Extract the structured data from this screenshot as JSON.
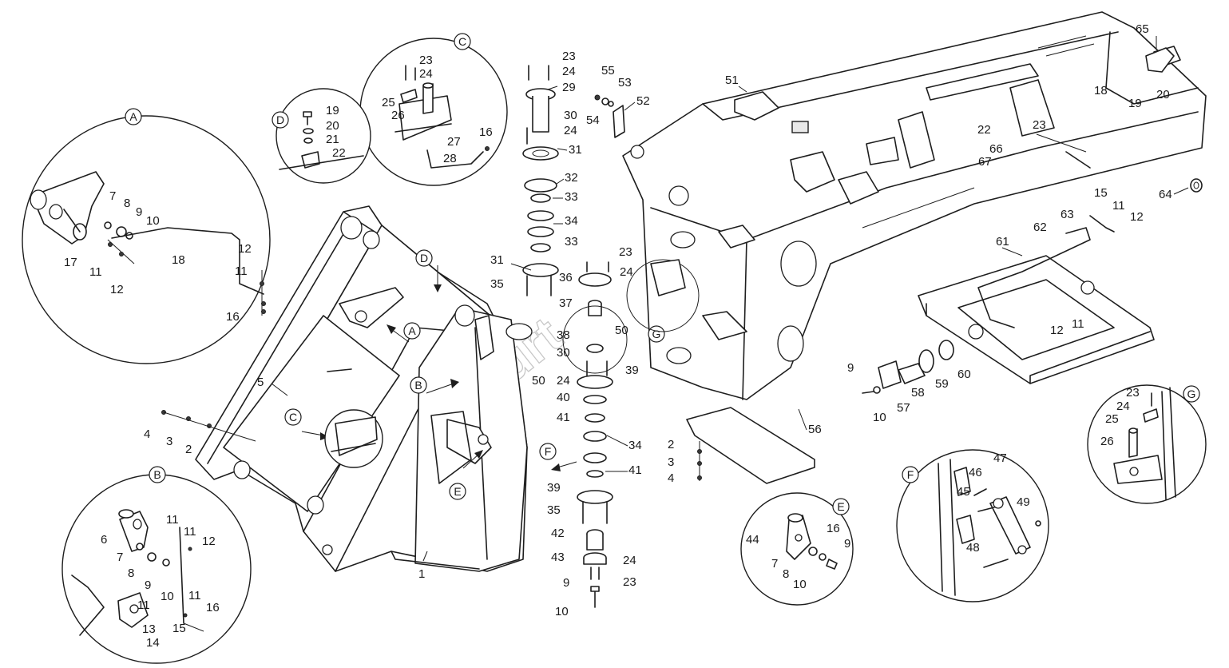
{
  "watermark": "SoCurt",
  "detail_tags": {
    "A": "A",
    "B": "B",
    "C": "C",
    "D": "D",
    "E": "E",
    "F": "F",
    "G": "G"
  },
  "callouts": {
    "c_1": "1",
    "c_2a": "2",
    "c_2b": "2",
    "c_3a": "3",
    "c_3b": "3",
    "c_4a": "4",
    "c_4b": "4",
    "c_5": "5",
    "c_6": "6",
    "c_7a": "7",
    "c_7b": "7",
    "c_7c": "7",
    "c_8a": "8",
    "c_8b": "8",
    "c_8c": "8",
    "c_9a": "9",
    "c_9b": "9",
    "c_9c": "9",
    "c_9d": "9",
    "c_9e": "9",
    "c_10a": "10",
    "c_10b": "10",
    "c_10c": "10",
    "c_10d": "10",
    "c_10e": "10",
    "c_11a": "11",
    "c_11b": "11",
    "c_11c": "11",
    "c_11d": "11",
    "c_11e": "11",
    "c_11f": "11",
    "c_11g": "11",
    "c_11h": "11",
    "c_12a": "12",
    "c_12b": "12",
    "c_12c": "12",
    "c_12d": "12",
    "c_12e": "12",
    "c_13": "13",
    "c_14": "14",
    "c_15a": "15",
    "c_15b": "15",
    "c_16a": "16",
    "c_16b": "16",
    "c_16c": "16",
    "c_16d": "16",
    "c_17": "17",
    "c_18a": "18",
    "c_18b": "18",
    "c_19a": "19",
    "c_19b": "19",
    "c_20a": "20",
    "c_20b": "20",
    "c_21": "21",
    "c_22a": "22",
    "c_22b": "22",
    "c_23a": "23",
    "c_23b": "23",
    "c_23c": "23",
    "c_23d": "23",
    "c_23e": "23",
    "c_23f": "23",
    "c_24a": "24",
    "c_24b": "24",
    "c_24c": "24",
    "c_24d": "24",
    "c_24e": "24",
    "c_24f": "24",
    "c_24g": "24",
    "c_25a": "25",
    "c_25b": "25",
    "c_26a": "26",
    "c_26b": "26",
    "c_27": "27",
    "c_28": "28",
    "c_29": "29",
    "c_30a": "30",
    "c_30b": "30",
    "c_31a": "31",
    "c_31b": "31",
    "c_32": "32",
    "c_33a": "33",
    "c_33b": "33",
    "c_34a": "34",
    "c_34b": "34",
    "c_35a": "35",
    "c_35b": "35",
    "c_36": "36",
    "c_37": "37",
    "c_38": "38",
    "c_39a": "39",
    "c_39b": "39",
    "c_40": "40",
    "c_41a": "41",
    "c_41b": "41",
    "c_42": "42",
    "c_43": "43",
    "c_44": "44",
    "c_45": "45",
    "c_46": "46",
    "c_47": "47",
    "c_48": "48",
    "c_49": "49",
    "c_50a": "50",
    "c_50b": "50",
    "c_51": "51",
    "c_52": "52",
    "c_53": "53",
    "c_54": "54",
    "c_55": "55",
    "c_56": "56",
    "c_57": "57",
    "c_58": "58",
    "c_59": "59",
    "c_60": "60",
    "c_61": "61",
    "c_62": "62",
    "c_63": "63",
    "c_64": "64",
    "c_65": "65",
    "c_66": "66",
    "c_67": "67"
  }
}
